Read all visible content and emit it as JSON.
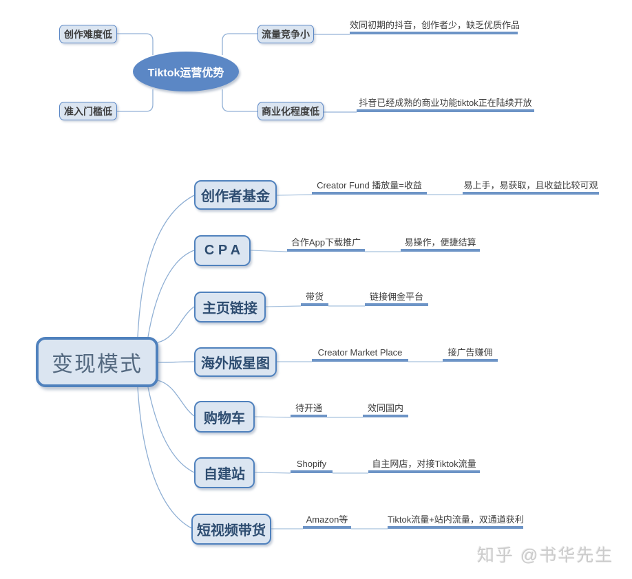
{
  "top_map": {
    "center": {
      "label": "Tiktok运营优势"
    },
    "left_branches": [
      {
        "label": "创作难度低"
      },
      {
        "label": "准入门槛低"
      }
    ],
    "right_branches": [
      {
        "label": "流量竞争小",
        "note": "效同初期的抖音，创作者少，缺乏优质作品"
      },
      {
        "label": "商业化程度低",
        "note": "抖音已经成熟的商业功能tiktok正在陆续开放"
      }
    ]
  },
  "bottom_map": {
    "center": {
      "label": "变现模式"
    },
    "branches": [
      {
        "label": "创作者基金",
        "notes": [
          "Creator Fund 播放量=收益",
          "易上手，易获取，且收益比较可观"
        ]
      },
      {
        "label": "C P A",
        "notes": [
          "合作App下载推广",
          "易操作，便捷结算"
        ]
      },
      {
        "label": "主页链接",
        "notes": [
          "带货",
          "链接佣金平台"
        ]
      },
      {
        "label": "海外版星图",
        "notes": [
          "Creator Market Place",
          "接广告赚佣"
        ]
      },
      {
        "label": "购物车",
        "notes": [
          "待开通",
          "效同国内"
        ]
      },
      {
        "label": "自建站",
        "notes": [
          "Shopify",
          "自主网店，对接Tiktok流量"
        ]
      },
      {
        "label": "短视频带货",
        "notes": [
          "Amazon等",
          "Tiktok流量+站内流量，双通道获利"
        ]
      }
    ]
  },
  "watermark": {
    "text": "知乎 @书华先生"
  },
  "colors": {
    "node_fill": "#dbe5f1",
    "node_border": "#4f81bd",
    "center_fill": "#5b87c5",
    "underline": "#6d94c6",
    "connector": "#93b1d6",
    "note_text": "#3d3d3d",
    "branch_text": "#2e4d71",
    "watermark_text": "#cbcbcb"
  }
}
